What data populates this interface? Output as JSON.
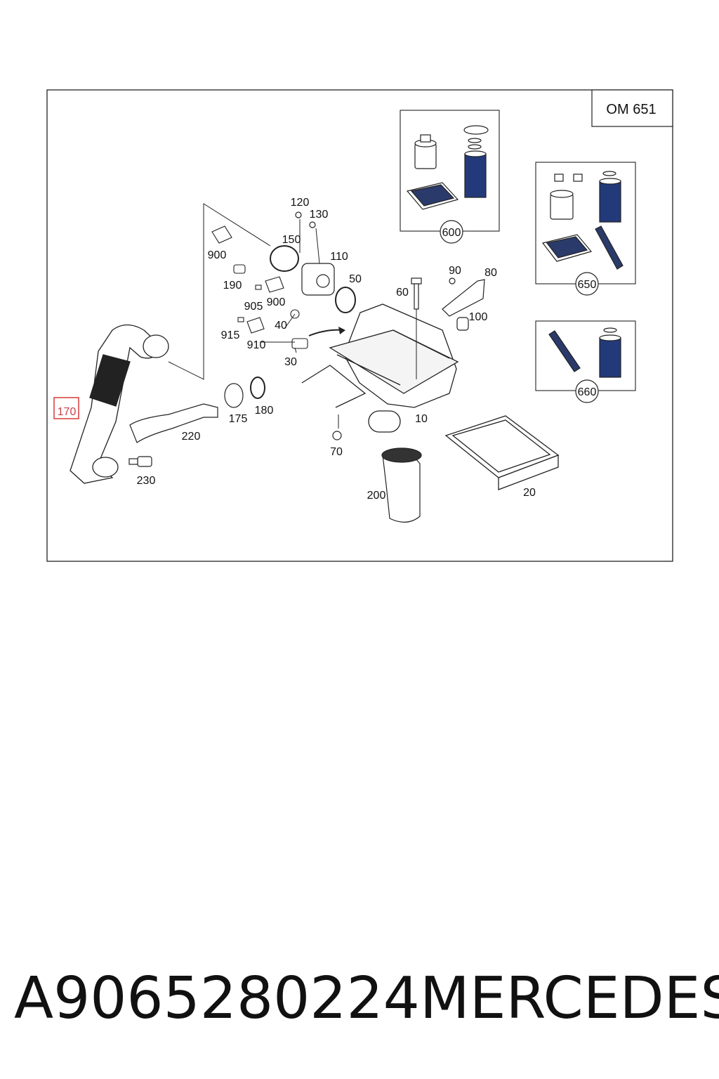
{
  "engine_label": "OM 651",
  "highlight_color": "#d63a3a",
  "callouts": {
    "c10": "10",
    "c20": "20",
    "c30": "30",
    "c40": "40",
    "c50": "50",
    "c60": "60",
    "c70": "70",
    "c80": "80",
    "c90": "90",
    "c100": "100",
    "c110": "110",
    "c120": "120",
    "c130": "130",
    "c150": "150",
    "c170": "170",
    "c175": "175",
    "c180": "180",
    "c190": "190",
    "c200": "200",
    "c220": "220",
    "c230": "230",
    "c900a": "900",
    "c900b": "900",
    "c905": "905",
    "c910": "910",
    "c915": "915",
    "c600": "600",
    "c650": "650",
    "c660": "660"
  },
  "footer": {
    "part_number": "A9065280224",
    "brand": "MERCEDES"
  }
}
